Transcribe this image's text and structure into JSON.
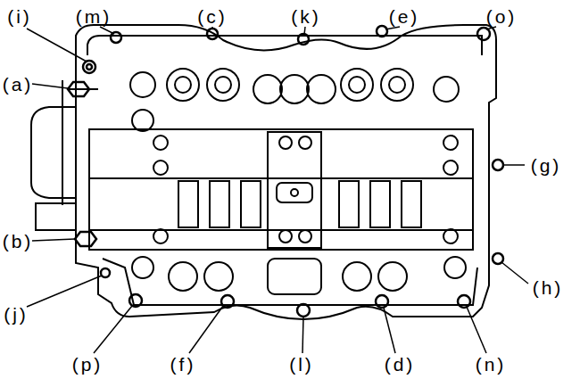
{
  "diagram": {
    "labels": [
      "(i)",
      "(m)",
      "(c)",
      "(k)",
      "(e)",
      "(o)",
      "(a)",
      "(g)",
      "(b)",
      "(h)",
      "(j)",
      "(p)",
      "(f)",
      "(l)",
      "(d)",
      "(n)"
    ]
  }
}
